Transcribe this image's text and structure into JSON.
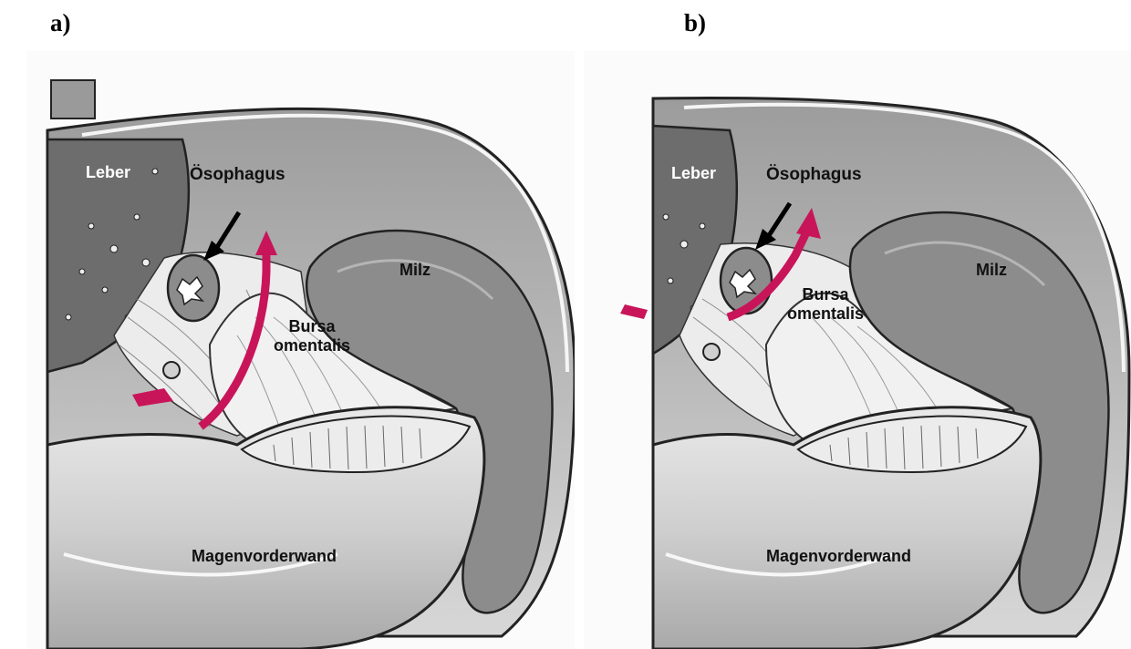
{
  "panels": [
    {
      "letter": "a)",
      "labels": {
        "liver": "Leber",
        "esophagus": "Ösophagus",
        "spleen": "Milz",
        "bursa_line1": "Bursa",
        "bursa_line2": "omentalis",
        "stomach": "Magenvorderwand"
      }
    },
    {
      "letter": "b)",
      "labels": {
        "liver": "Leber",
        "esophagus": "Ösophagus",
        "spleen": "Milz",
        "bursa_line1": "Bursa",
        "bursa_line2": "omentalis",
        "stomach": "Magenvorderwand"
      }
    }
  ],
  "colors": {
    "arrow_magenta": "#c8155a",
    "organ_gray": "#8f8f8f",
    "light_gray": "#dedede",
    "outline": "#222222"
  }
}
